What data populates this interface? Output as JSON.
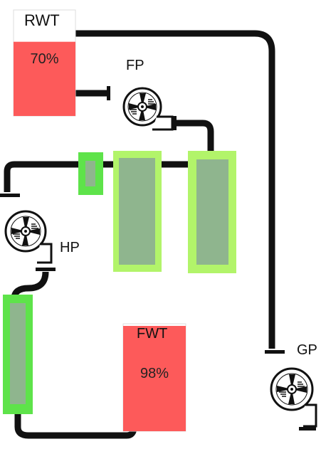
{
  "tanks": {
    "rwt": {
      "label": "RWT",
      "level_text": "70%",
      "level": 0.7,
      "fill_color": "#fd5a5a"
    },
    "fwt": {
      "label": "FWT",
      "level_text": "98%",
      "level": 0.98,
      "fill_color": "#fd5a5a"
    }
  },
  "pumps": {
    "fp": {
      "label": "FP"
    },
    "hp": {
      "label": "HP"
    },
    "gp": {
      "label": "GP"
    }
  },
  "colors": {
    "pipe": "#111111",
    "filter_border_bright": "#5ee34a",
    "filter_border_pale": "#b2f46a",
    "filter_core": "#8fb58e"
  }
}
